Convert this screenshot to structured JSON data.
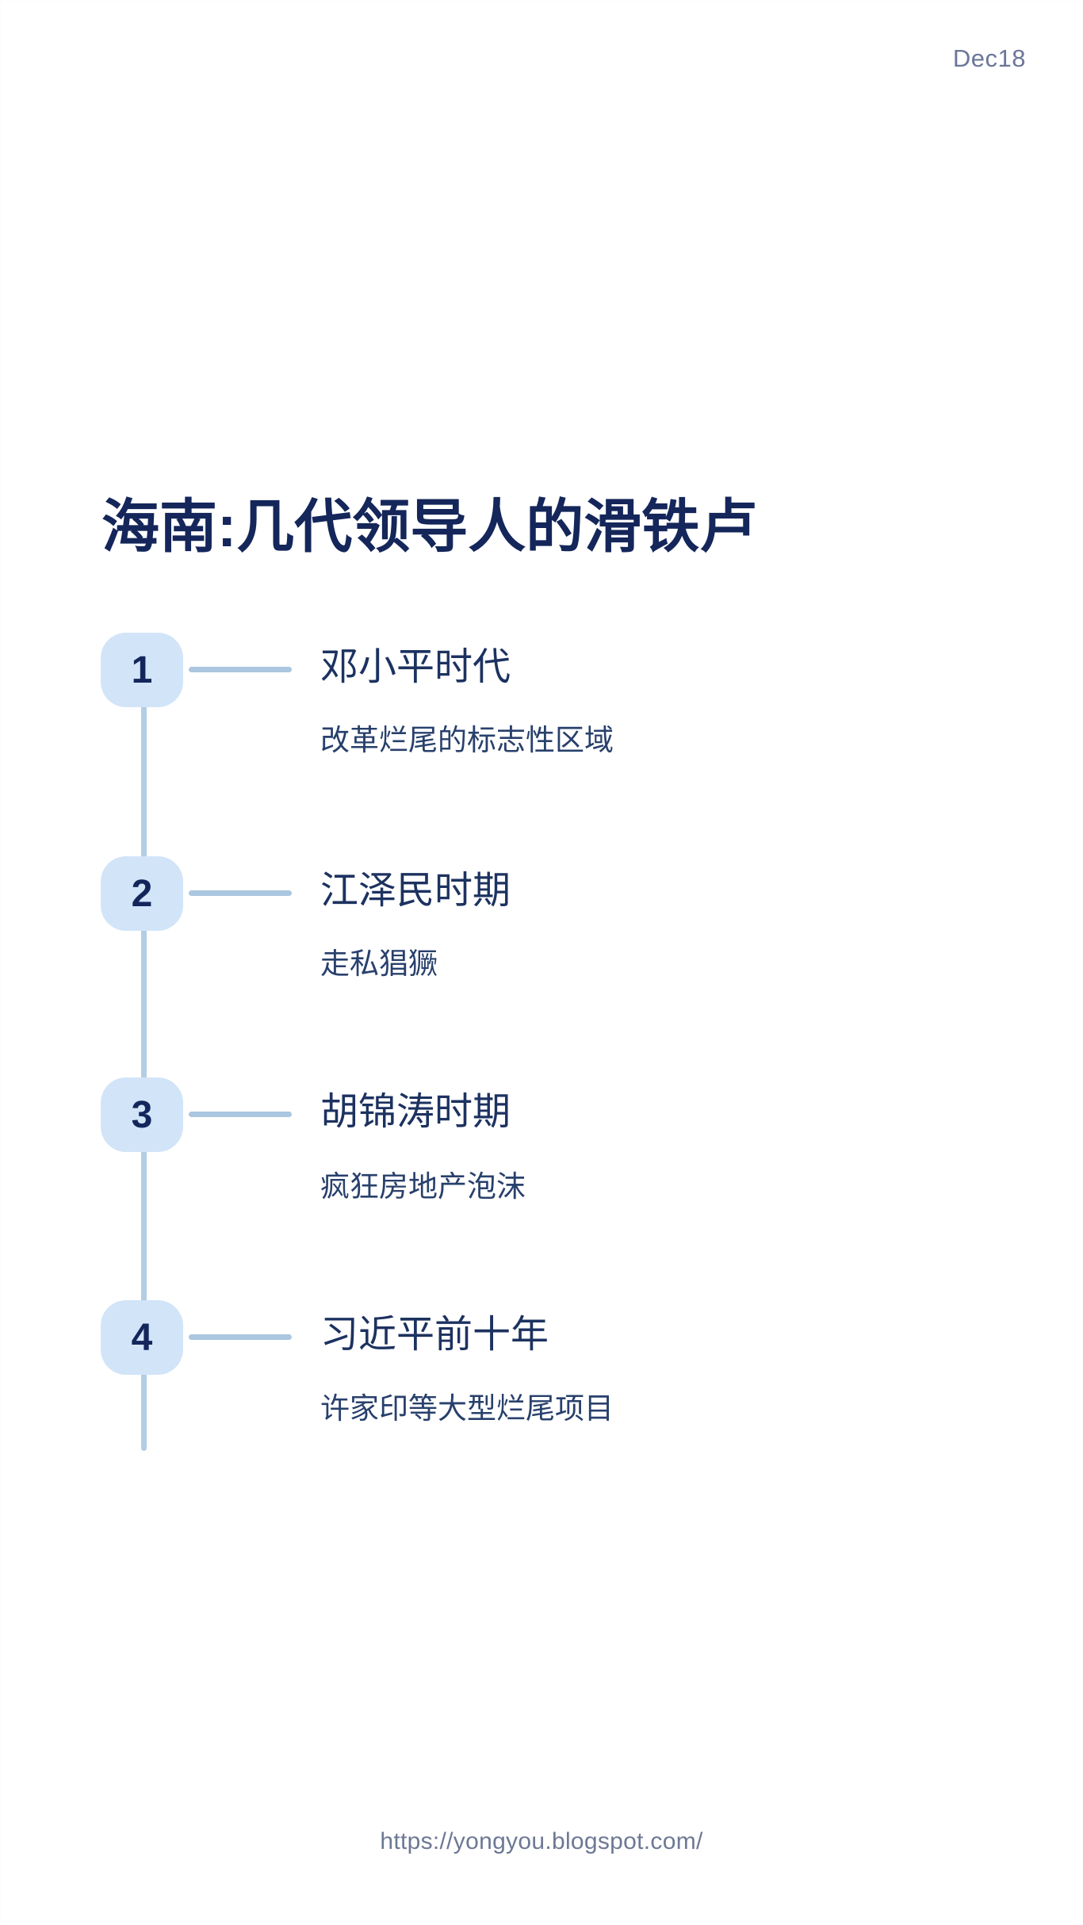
{
  "header": {
    "date_label": "Dec18"
  },
  "title": {
    "text": "海南:几代领导人的滑铁卢"
  },
  "timeline": {
    "items": [
      {
        "number": "1",
        "title": "邓小平时代",
        "subtitle": "改革烂尾的标志性区域"
      },
      {
        "number": "2",
        "title": "江泽民时期",
        "subtitle": "走私猖獗"
      },
      {
        "number": "3",
        "title": "胡锦涛时期",
        "subtitle": "疯狂房地产泡沫"
      },
      {
        "number": "4",
        "title": "习近平前十年",
        "subtitle": "许家印等大型烂尾项目"
      }
    ]
  },
  "footer": {
    "url": "https://yongyou.blogspot.com/"
  },
  "colors": {
    "background": "#ffffff",
    "title_navy": "#14265a",
    "badge_fill": "#d2e4f8",
    "badge_text": "#13265c",
    "spine": "#b3cde5",
    "connector": "#aac6e0",
    "item_title": "#1c3260",
    "item_subtitle": "#28406c",
    "muted_text": "#6d7894"
  }
}
